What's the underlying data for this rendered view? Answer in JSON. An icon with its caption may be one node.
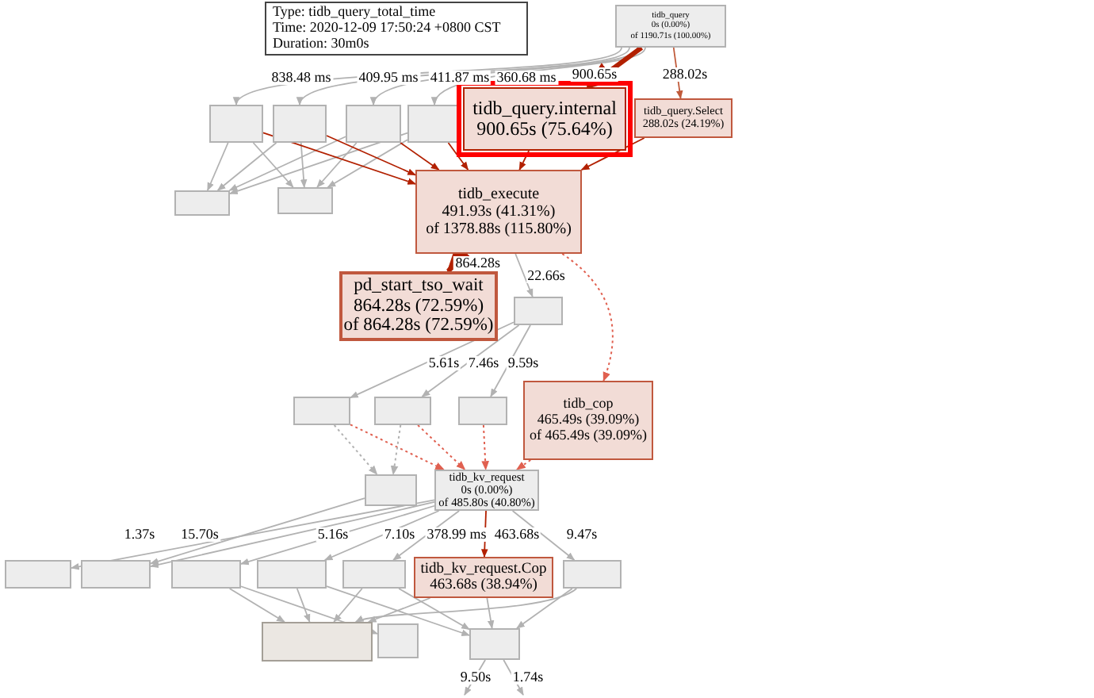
{
  "diagram": {
    "nodes": [
      {
        "text": [
          "Type: tidb_query_total_time",
          "Time: 2020-12-09 17:50:24 +0800 CST",
          "Duration: 30m0s"
        ]
      },
      {
        "text": [
          "tidb_query",
          "0s (0.00%)",
          "of 1190.71s (100.00%)"
        ]
      },
      {
        "text": [],
        "shape": "box"
      },
      {
        "text": [],
        "shape": "box"
      },
      {
        "text": [],
        "shape": "box"
      },
      {
        "text": [],
        "shape": "box"
      },
      {
        "text": [
          "tidb_query.internal",
          "900.65s (75.64%)"
        ]
      },
      {
        "text": [
          "tidb_query.Select",
          "288.02s (24.19%)"
        ]
      },
      {
        "text": [],
        "shape": "box"
      },
      {
        "text": [],
        "shape": "box"
      },
      {
        "text": [
          "tidb_execute",
          "491.93s (41.31%)",
          "of 1378.88s (115.80%)"
        ]
      },
      {
        "text": [
          "pd_start_tso_wait",
          "864.28s (72.59%)",
          "of 864.28s (72.59%)"
        ]
      },
      {
        "text": [],
        "shape": "box"
      },
      {
        "text": [],
        "shape": "box"
      },
      {
        "text": [],
        "shape": "box"
      },
      {
        "text": [],
        "shape": "box"
      },
      {
        "text": [
          "tidb_cop",
          "465.49s (39.09%)",
          "of 465.49s (39.09%)"
        ]
      },
      {
        "text": [],
        "shape": "box"
      },
      {
        "text": [
          "tidb_kv_request",
          "0s (0.00%)",
          "of 485.80s (40.80%)"
        ]
      },
      {
        "text": [],
        "shape": "box"
      },
      {
        "text": [],
        "shape": "box"
      },
      {
        "text": [],
        "shape": "box"
      },
      {
        "text": [],
        "shape": "box"
      },
      {
        "text": [],
        "shape": "box"
      },
      {
        "text": [
          "tidb_kv_request.Cop",
          "463.68s (38.94%)"
        ]
      },
      {
        "text": [],
        "shape": "box"
      },
      {
        "text": [],
        "shape": "box"
      },
      {
        "text": [],
        "shape": "box"
      },
      {
        "text": [],
        "shape": "box"
      }
    ],
    "edges": [
      {
        "from": 1,
        "to": 2,
        "arrow": "to",
        "label": "838.48 ms"
      },
      {
        "from": 1,
        "to": 3,
        "arrow": "to",
        "label": "409.95 ms"
      },
      {
        "from": 1,
        "to": 4,
        "arrow": "to",
        "label": "411.87 ms"
      },
      {
        "from": 1,
        "to": 5,
        "arrow": "to",
        "label": "360.68 ms"
      },
      {
        "from": 1,
        "to": 6,
        "arrow": "to",
        "label": "900.65s",
        "color": "#b22000",
        "style": "thick"
      },
      {
        "from": 1,
        "to": 7,
        "arrow": "to",
        "label": "288.02s",
        "color": "#c05a3a"
      },
      {
        "from": 2,
        "to": 8,
        "arrow": "to"
      },
      {
        "from": 2,
        "to": 9,
        "arrow": "to"
      },
      {
        "from": 3,
        "to": 8,
        "arrow": "to"
      },
      {
        "from": 3,
        "to": 9,
        "arrow": "to"
      },
      {
        "from": 4,
        "to": 8,
        "arrow": "to"
      },
      {
        "from": 4,
        "to": 9,
        "arrow": "to"
      },
      {
        "from": 5,
        "to": 8,
        "arrow": "to"
      },
      {
        "from": 5,
        "to": 9,
        "arrow": "to"
      },
      {
        "from": 2,
        "to": 10,
        "arrow": "to",
        "color": "#b22000"
      },
      {
        "from": 3,
        "to": 10,
        "arrow": "to",
        "color": "#b22000"
      },
      {
        "from": 4,
        "to": 10,
        "arrow": "to",
        "color": "#b22000"
      },
      {
        "from": 5,
        "to": 10,
        "arrow": "to",
        "color": "#b22000"
      },
      {
        "from": 6,
        "to": 10,
        "arrow": "to",
        "color": "#b22000"
      },
      {
        "from": 7,
        "to": 10,
        "arrow": "to",
        "color": "#b22000"
      },
      {
        "from": 10,
        "to": 11,
        "arrow": "to",
        "label": "864.28s",
        "color": "#b22000",
        "style": "thick"
      },
      {
        "from": 10,
        "to": 12,
        "arrow": "to",
        "label": "22.66s"
      },
      {
        "from": 10,
        "to": 16,
        "arrow": "to",
        "color": "#e06050",
        "style": "dashed"
      },
      {
        "from": 12,
        "to": 13,
        "arrow": "to",
        "label": "5.61s"
      },
      {
        "from": 12,
        "to": 14,
        "arrow": "to",
        "label": "7.46s"
      },
      {
        "from": 12,
        "to": 15,
        "arrow": "to",
        "label": "9.59s"
      },
      {
        "from": 13,
        "to": 18,
        "arrow": "to",
        "color": "#e06050",
        "style": "dashed"
      },
      {
        "from": 14,
        "to": 18,
        "arrow": "to",
        "color": "#e06050",
        "style": "dashed"
      },
      {
        "from": 15,
        "to": 18,
        "arrow": "to",
        "color": "#e06050",
        "style": "dashed"
      },
      {
        "from": 16,
        "to": 18,
        "arrow": "to",
        "color": "#e06050",
        "style": "dashed"
      },
      {
        "from": 13,
        "to": 17,
        "arrow": "to",
        "style": "dashed"
      },
      {
        "from": 14,
        "to": 17,
        "arrow": "to",
        "style": "dashed"
      },
      {
        "from": 17,
        "to": 20,
        "arrow": "to"
      },
      {
        "from": 18,
        "to": 19,
        "arrow": "to",
        "label": "1.37s"
      },
      {
        "from": 18,
        "to": 20,
        "arrow": "to",
        "label": "15.70s"
      },
      {
        "from": 18,
        "to": 21,
        "arrow": "to",
        "label": "5.16s"
      },
      {
        "from": 18,
        "to": 22,
        "arrow": "to",
        "label": "7.10s"
      },
      {
        "from": 18,
        "to": 23,
        "arrow": "to",
        "label": "378.99 ms"
      },
      {
        "from": 18,
        "to": 24,
        "arrow": "to",
        "label": "463.68s",
        "color": "#b22000"
      },
      {
        "from": 18,
        "to": 25,
        "arrow": "to",
        "label": "9.47s"
      },
      {
        "from": 21,
        "to": 26,
        "arrow": "to"
      },
      {
        "from": 21,
        "to": 27,
        "arrow": "to"
      },
      {
        "from": 22,
        "to": 26,
        "arrow": "to"
      },
      {
        "from": 22,
        "to": 28,
        "arrow": "to"
      },
      {
        "from": 23,
        "to": 26,
        "arrow": "to"
      },
      {
        "from": 23,
        "to": 28,
        "arrow": "to"
      },
      {
        "from": 24,
        "to": 26,
        "arrow": "to"
      },
      {
        "from": 24,
        "to": 28,
        "arrow": "to"
      },
      {
        "from": 25,
        "to": 26,
        "arrow": "to"
      },
      {
        "from": 25,
        "to": 28,
        "arrow": "to"
      },
      {
        "from": 28,
        "to": null,
        "arrow": "to",
        "label": "9.50s"
      },
      {
        "from": 28,
        "to": null,
        "arrow": "to",
        "label": "1.74s"
      }
    ]
  }
}
